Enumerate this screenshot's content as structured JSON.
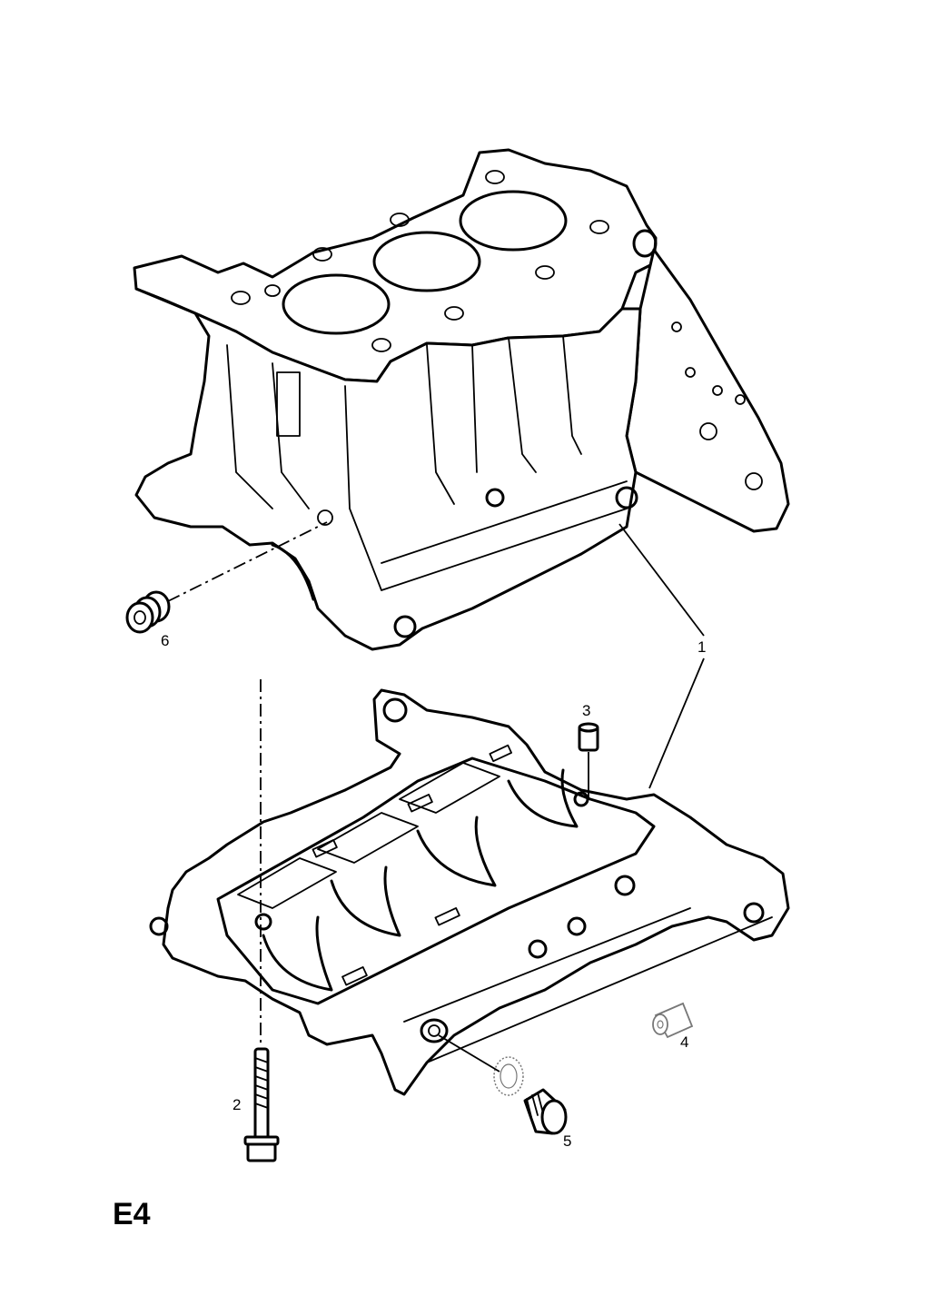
{
  "page_code": "E4",
  "callouts": [
    {
      "id": "1",
      "text": "1"
    },
    {
      "id": "2",
      "text": "2"
    },
    {
      "id": "3",
      "text": "3"
    },
    {
      "id": "4",
      "text": "4"
    },
    {
      "id": "5",
      "text": "5"
    },
    {
      "id": "6",
      "text": "6"
    }
  ],
  "parts": [
    {
      "callout": "1",
      "icon": "cylinder-block-icon"
    },
    {
      "callout": "1",
      "icon": "bearing-carrier-icon"
    },
    {
      "callout": "2",
      "icon": "bolt-icon"
    },
    {
      "callout": "3",
      "icon": "dowel-sleeve-icon"
    },
    {
      "callout": "4",
      "icon": "dowel-sleeve-icon"
    },
    {
      "callout": "5",
      "icon": "drain-plug-icon"
    },
    {
      "callout": "6",
      "icon": "core-plug-icon"
    }
  ]
}
